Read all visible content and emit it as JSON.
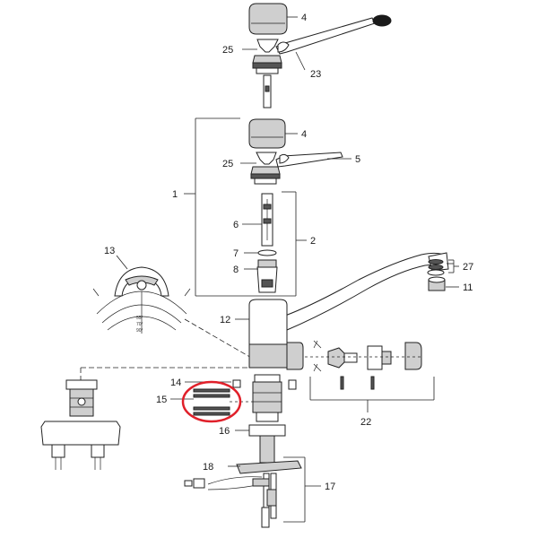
{
  "labels": {
    "p1": "1",
    "p2": "2",
    "p4_top": "4",
    "p4_mid": "4",
    "p5": "5",
    "p6": "6",
    "p7": "7",
    "p8": "8",
    "p11": "11",
    "p12": "12",
    "p13": "13",
    "p14": "14",
    "p15": "15",
    "p16": "16",
    "p17": "17",
    "p18": "18",
    "p22": "22",
    "p23": "23",
    "p25_top": "25",
    "p25_mid": "25",
    "p27": "27"
  },
  "angles": {
    "a1": "55°",
    "a2": "70°",
    "a3": "90°"
  },
  "highlight": {
    "color": "#e0202a",
    "target": "15"
  },
  "colors": {
    "line": "#222222",
    "body_shade": "#cfcfcf",
    "background": "#ffffff"
  }
}
